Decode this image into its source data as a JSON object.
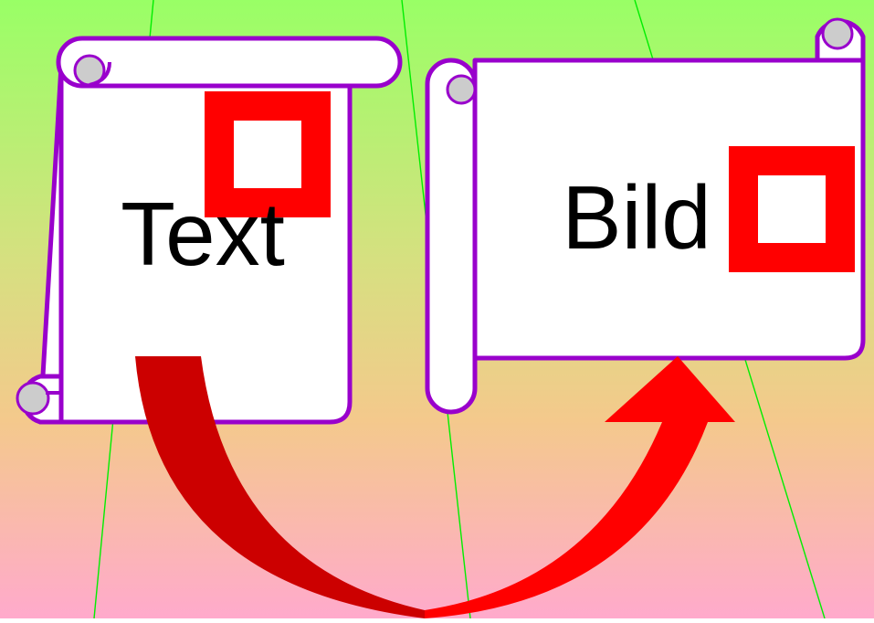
{
  "scroll_text": {
    "label": "Text"
  },
  "scroll_image": {
    "label": "Bild"
  },
  "colors": {
    "bg_top": "#99ff66",
    "bg_mid": "#f4c98c",
    "bg_bottom": "#ffaacc",
    "outline": "#9900cc",
    "curl_fill": "#cccccc",
    "marker_red": "#ff0000",
    "arrow_dark": "#cc0000",
    "arrow_bright": "#ff0000",
    "rays": "#00ee00"
  },
  "icons": [
    "scroll-shape",
    "red-square-marker",
    "curved-arrow"
  ]
}
